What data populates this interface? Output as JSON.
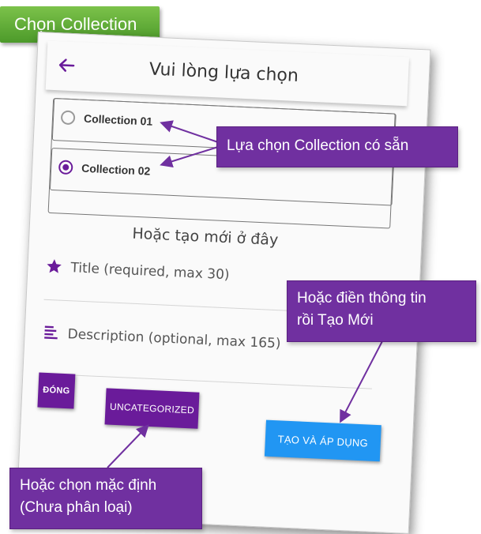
{
  "tag": {
    "label": "Chọn Collection"
  },
  "appbar": {
    "title": "Vui lòng lựa chọn",
    "back_icon": "arrow-left-icon"
  },
  "collections": [
    {
      "label": "Collection 01",
      "selected": false
    },
    {
      "label": "Collection 02",
      "selected": true
    }
  ],
  "create_section": {
    "title": "Hoặc tạo mới ở đây",
    "title_placeholder": "Title (required, max 30)",
    "description_placeholder": "Description (optional, max 165)",
    "title_icon": "star-icon",
    "description_icon": "notes-icon"
  },
  "buttons": {
    "close": "ĐÓNG",
    "uncategorized": "UNCATEGORIZED",
    "create_apply": "TẠO VÀ ÁP DỤNG"
  },
  "callouts": {
    "existing": "Lựa chọn Collection có sẵn",
    "fill_line1": "Hoặc điền thông tin",
    "fill_line2": "rồi Tạo Mới",
    "default_line1": "Hoặc chọn mặc định",
    "default_line2": "(Chưa phân loại)"
  },
  "colors": {
    "accent": "#6a1b9a",
    "primary_button": "#2196f3",
    "callout_bg": "#7030a0",
    "tag_bg": "#5aa832"
  }
}
